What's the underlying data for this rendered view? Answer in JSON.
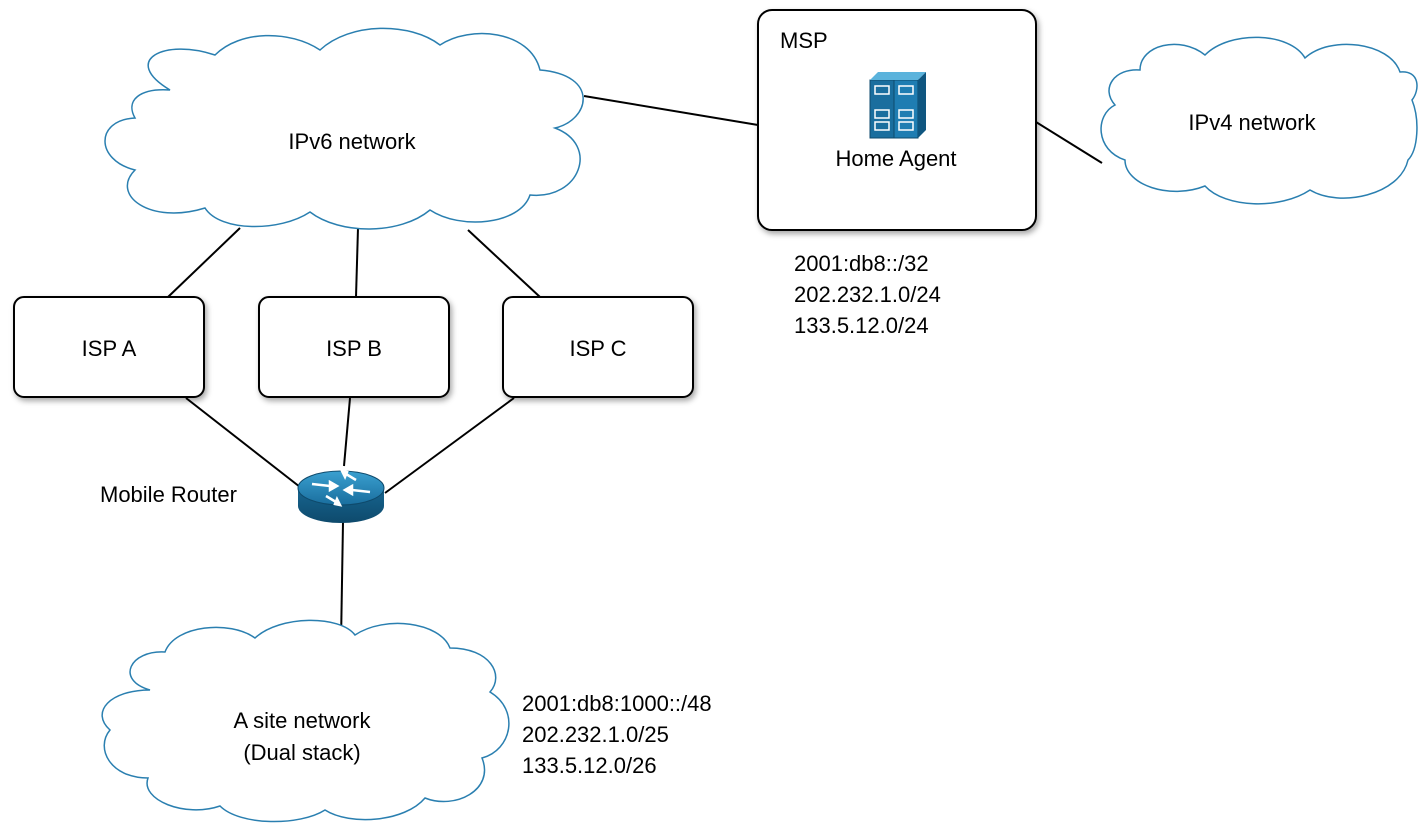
{
  "clouds": {
    "ipv6": "IPv6 network",
    "ipv4": "IPv4 network",
    "site_line1": "A site network",
    "site_line2": "(Dual stack)"
  },
  "msp": {
    "title": "MSP",
    "home_agent": "Home Agent",
    "prefixes": [
      "2001:db8::/32",
      "202.232.1.0/24",
      "133.5.12.0/24"
    ]
  },
  "isps": [
    "ISP A",
    "ISP B",
    "ISP C"
  ],
  "router": {
    "label": "Mobile Router"
  },
  "site": {
    "prefixes": [
      "2001:db8:1000::/48",
      "202.232.1.0/25",
      "133.5.12.0/26"
    ]
  },
  "colors": {
    "cloud_stroke": "#2a7fb0",
    "device_blue": "#1a6e9e"
  },
  "icons": {
    "home_agent": "server-icon",
    "router": "router-icon"
  }
}
